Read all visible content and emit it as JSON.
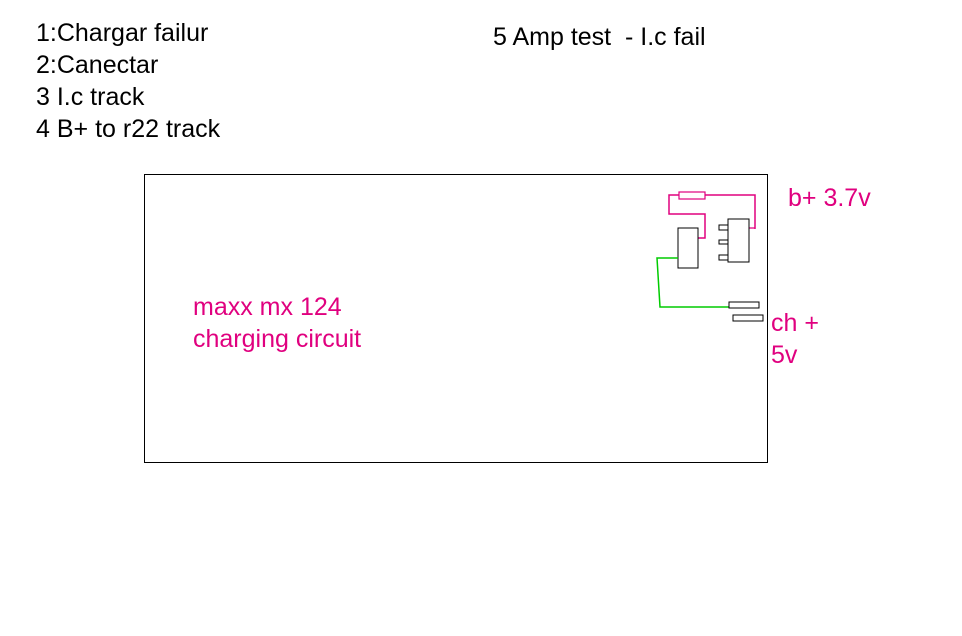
{
  "notes": {
    "items": [
      "1:Chargar failur",
      "2:Canectar",
      "3 I.c track",
      "4 B+ to r22 track"
    ],
    "test": "5 Amp test  - I.c fail"
  },
  "board": {
    "title_line1": "maxx mx 124",
    "title_line2": "charging circuit"
  },
  "labels": {
    "battery_line": "b+ 3.7v",
    "charger_line1": "ch +",
    "charger_line2": "5v"
  },
  "colors": {
    "annotation": "#e0007f",
    "ground_wire": "#00cc00",
    "outline": "#000000"
  }
}
